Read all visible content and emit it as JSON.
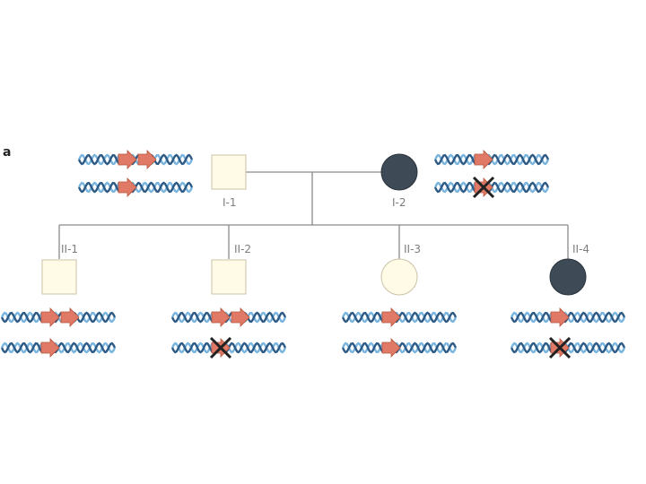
{
  "panel_label": "a",
  "colors": {
    "line": "#8a8a8a",
    "unaffected_fill": "#fffbe6",
    "unaffected_stroke": "#c9c3a6",
    "affected_fill": "#3e4a55",
    "helix_a": "#2d5a85",
    "helix_b": "#78b4de",
    "copy_arrow": "#e07a66",
    "deletion_mark": "#222222"
  },
  "individuals": [
    {
      "id": "I-1",
      "label": "I-1",
      "sex": "male",
      "affected": false,
      "alleles": [
        {
          "copies": 2,
          "deleted": false
        },
        {
          "copies": 1,
          "deleted": false
        }
      ]
    },
    {
      "id": "I-2",
      "label": "I-2",
      "sex": "female",
      "affected": true,
      "alleles": [
        {
          "copies": 1,
          "deleted": false
        },
        {
          "copies": 1,
          "deleted": true
        }
      ]
    },
    {
      "id": "II-1",
      "label": "II-1",
      "sex": "male",
      "affected": false,
      "alleles": [
        {
          "copies": 2,
          "deleted": false
        },
        {
          "copies": 1,
          "deleted": false
        }
      ]
    },
    {
      "id": "II-2",
      "label": "II-2",
      "sex": "male",
      "affected": false,
      "alleles": [
        {
          "copies": 2,
          "deleted": false
        },
        {
          "copies": 1,
          "deleted": true
        }
      ]
    },
    {
      "id": "II-3",
      "label": "II-3",
      "sex": "female",
      "affected": false,
      "alleles": [
        {
          "copies": 1,
          "deleted": false
        },
        {
          "copies": 1,
          "deleted": false
        }
      ]
    },
    {
      "id": "II-4",
      "label": "II-4",
      "sex": "female",
      "affected": true,
      "alleles": [
        {
          "copies": 1,
          "deleted": false
        },
        {
          "copies": 1,
          "deleted": true
        }
      ]
    }
  ]
}
